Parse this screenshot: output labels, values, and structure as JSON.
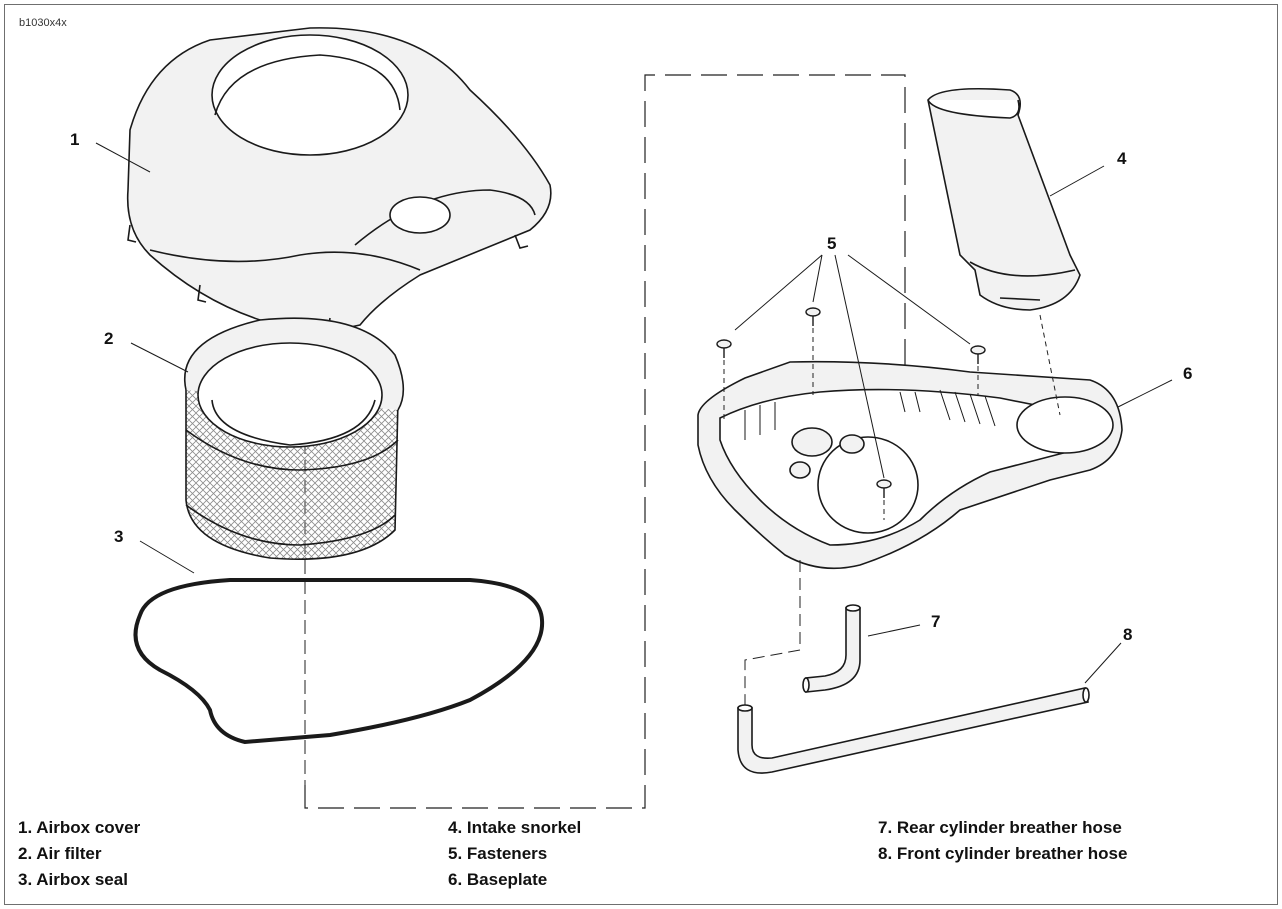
{
  "figure_id": "b1030x4x",
  "callouts": [
    "1",
    "2",
    "3",
    "4",
    "5",
    "6",
    "7",
    "8"
  ],
  "legend": [
    [
      "1. Airbox cover",
      "2. Air filter",
      "3. Airbox seal"
    ],
    [
      "4. Intake snorkel",
      "5. Fasteners",
      "6. Baseplate"
    ],
    [
      "7. Rear cylinder breather hose",
      "8. Front cylinder breather hose"
    ]
  ],
  "colors": {
    "line": "#1a1a1a",
    "part_fill": "#f2f2f2",
    "mesh": "#8c8c8c",
    "frame": "#6f6f6f"
  }
}
